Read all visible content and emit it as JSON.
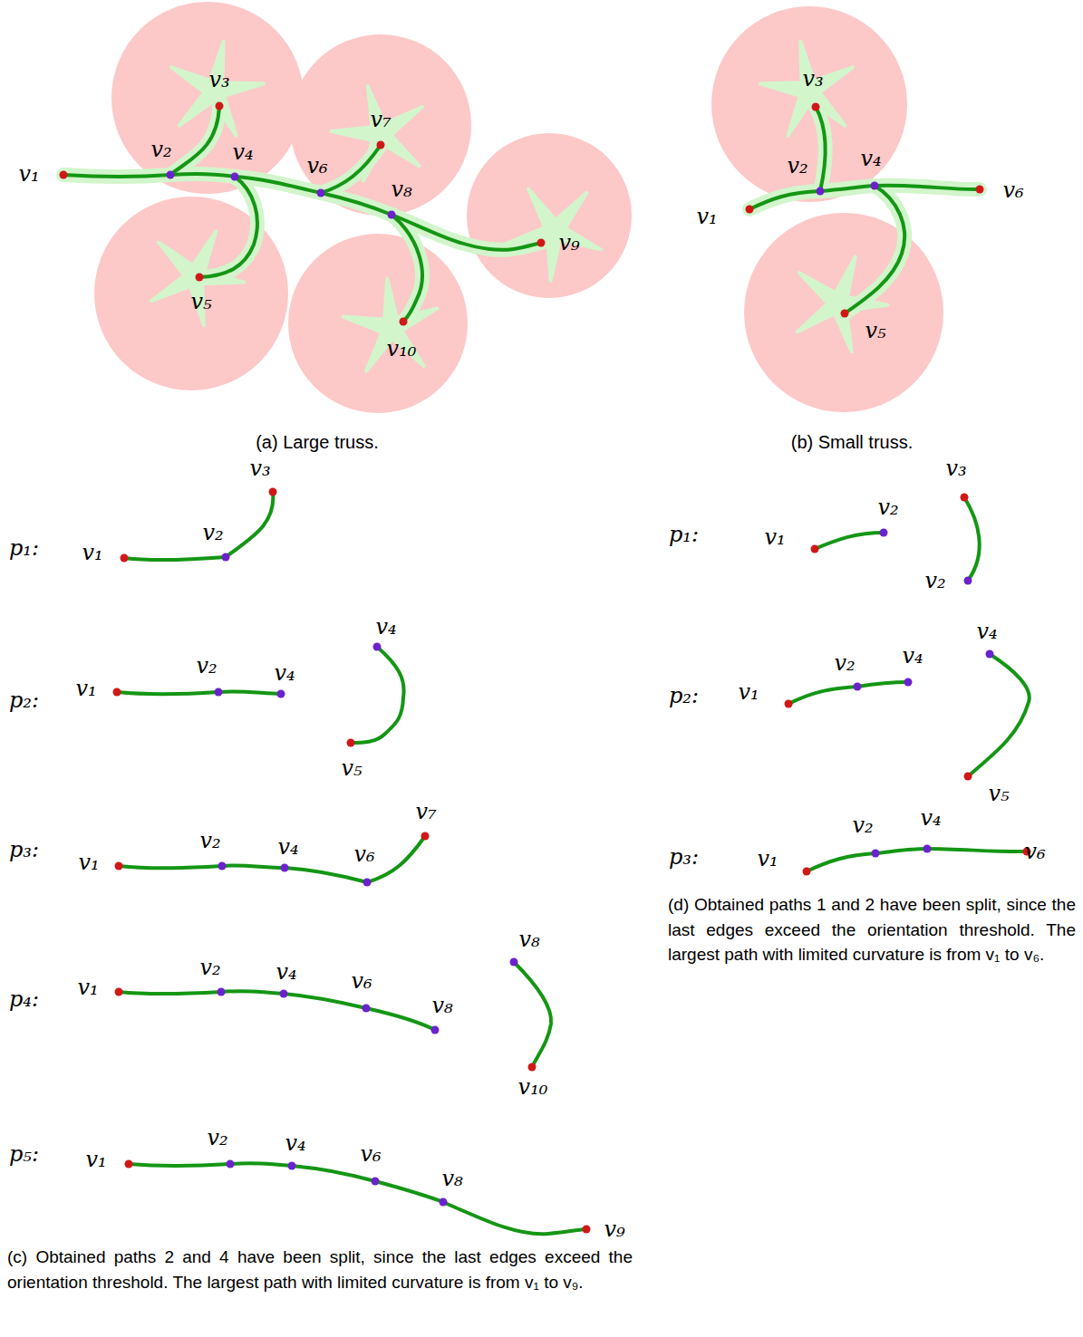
{
  "diagram": {
    "labels": [
      "v₁",
      "v₃",
      "v₂",
      "v₄",
      "v₆",
      "v₇",
      "v₈",
      "v₉",
      "v₅",
      "v₁₀",
      "v₃",
      "v₂",
      "v₄",
      "v₁",
      "v₆",
      "v₅",
      "(a) Large truss.",
      "(b) Small truss.",
      "p₁:",
      "v₁",
      "v₂",
      "v₃",
      "p₂:",
      "v₁",
      "v₂",
      "v₄",
      "v₄",
      "v₅",
      "p₃:",
      "v₁",
      "v₂",
      "v₄",
      "v₆",
      "v₇",
      "p₄:",
      "v₁",
      "v₂",
      "v₄",
      "v₆",
      "v₈",
      "v₈",
      "v₁₀",
      "p₅:",
      "v₁",
      "v₂",
      "v₄",
      "v₆",
      "v₈",
      "v₉",
      "(c) Obtained paths 2 and 4 have been split, since the last edges exceed the orientation threshold. The largest path with limited curvature is from v₁ to v₉.",
      "p₁:",
      "v₁",
      "v₂",
      "v₃",
      "v₂",
      "p₂:",
      "v₁",
      "v₂",
      "v₄",
      "v₄",
      "v₅",
      "p₃:",
      "v₁",
      "v₂",
      "v₄",
      "v₆",
      "(d) Obtained paths 1 and 2 have been split, since the last edges exceed the orientation threshold. The largest path with limited curvature is from v₁ to v₆."
    ]
  }
}
